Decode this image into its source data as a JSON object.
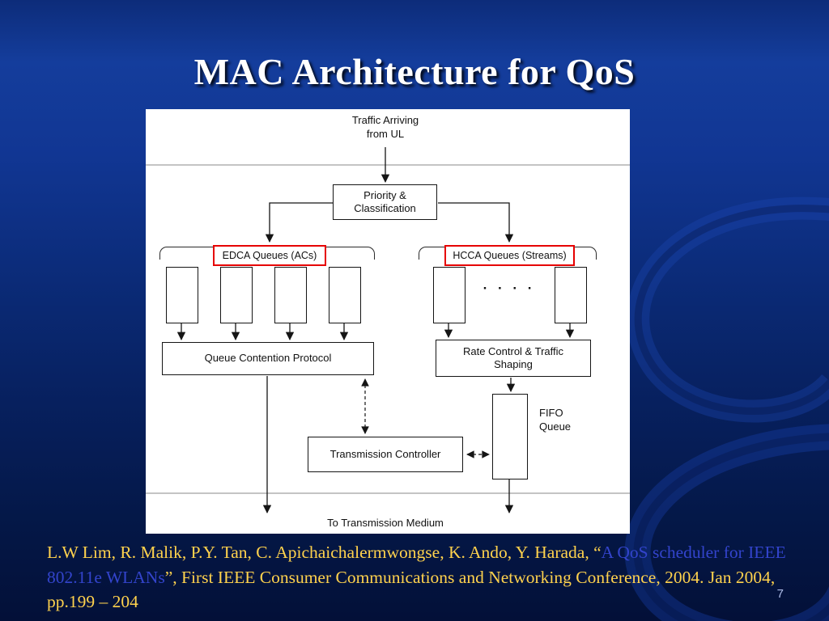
{
  "slide": {
    "title": "MAC Architecture for QoS",
    "page_number": "7"
  },
  "diagram": {
    "traffic_label": "Traffic Arriving\nfrom UL",
    "priority_box": "Priority &\nClassification",
    "edca_label": "EDCA Queues (ACs)",
    "hcca_label": "HCCA Queues (Streams)",
    "dots": "· · · ·",
    "qcp_box": "Queue Contention Protocol",
    "rate_box": "Rate Control & Traffic\nShaping",
    "tc_box": "Transmission Controller",
    "fifo_label": "FIFO\nQueue",
    "bottom_label": "To Transmission Medium"
  },
  "citation": {
    "part1": "L.W Lim, R. Malik, P.Y. Tan, C. Apichaichalermwongse, K. Ando, Y. Harada, “",
    "part2": "A QoS scheduler for IEEE 802.11e WLANs",
    "part3": "”, First IEEE Consumer Communications and Networking Conference, 2004. Jan 2004, pp.199 – 204"
  },
  "colors": {
    "background_top": "#143d9c",
    "background_bottom": "#031038",
    "title_color": "#ffffff",
    "citation_color": "#ffd24d",
    "link_color": "#3344cc",
    "highlight_red": "#e60000",
    "page_number_color": "#aebde8",
    "diagram_background": "#ffffff"
  }
}
